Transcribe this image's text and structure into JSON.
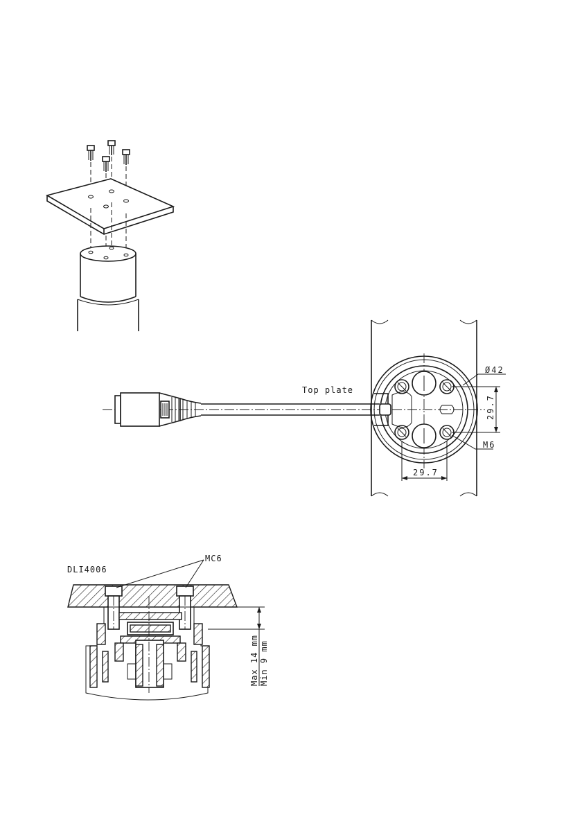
{
  "labels": {
    "top_plate": "Top plate",
    "dia_42": "Ø42",
    "dim_vertical": "29.7",
    "dim_horizontal": "29.7",
    "thread_m6": "M6",
    "model": "DLI4006",
    "screw": "MC6",
    "max_depth": "Max 14 mm",
    "min_depth": "Min 9 mm"
  },
  "colors": {
    "line": "#1a1a1a",
    "background": "#ffffff"
  }
}
